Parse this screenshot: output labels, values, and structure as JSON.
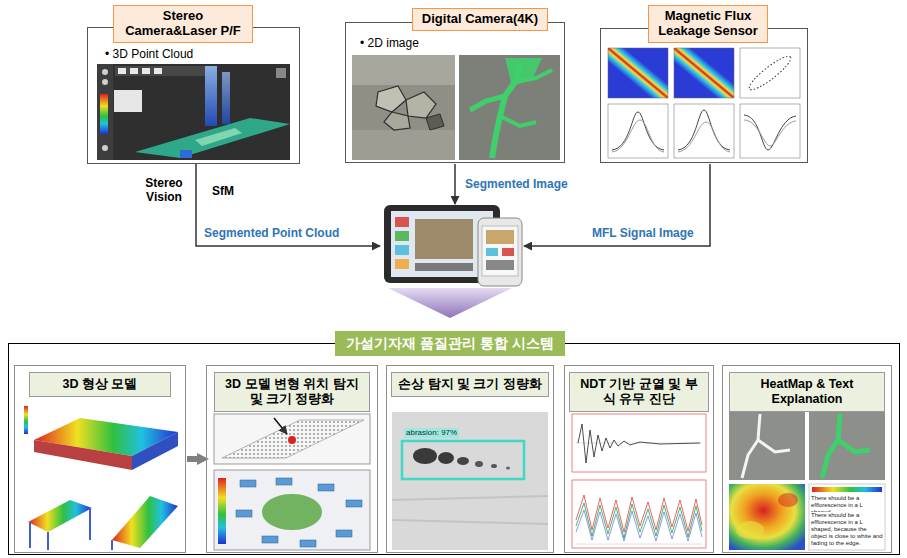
{
  "diagram": {
    "nodes": [
      {
        "text": [
          "Stereo Camera&Laser P/F",
          "• 3D Point Cloud"
        ]
      },
      {
        "text": [
          "Digital Camera(4K)",
          "• 2D image"
        ]
      },
      {
        "text": [
          "Magnetic Flux Leakage Sensor"
        ]
      },
      {
        "text": [
          "가설기자재 품질관리 통합 시스템"
        ]
      },
      {
        "text": [
          "3D 형상 모델"
        ],
        "in": 3
      },
      {
        "text": [
          "3D 모델 변형 위치 탐지 및 크기 정량화"
        ],
        "in": 3
      },
      {
        "text": [
          "손상 탐지 및 크기 정량화"
        ],
        "in": 3
      },
      {
        "text": [
          "NDT 기반 균열 및 부식 유무 진단"
        ],
        "in": 3
      },
      {
        "text": [
          "HeatMap & Text Explanation"
        ],
        "in": 3
      }
    ],
    "edges": [
      {
        "from": 4,
        "to": 5,
        "arrow": "to"
      }
    ],
    "labels": [
      "Stereo Vision",
      "SfM",
      "Segmented Point Cloud",
      "Segmented Image",
      "MFL Signal Image",
      "abrasion: 97%",
      "There should be a efflorescence in a L shaped.",
      "There should be a efflorescence in a L shaped, because the object is close to white and fading to the edge."
    ]
  }
}
